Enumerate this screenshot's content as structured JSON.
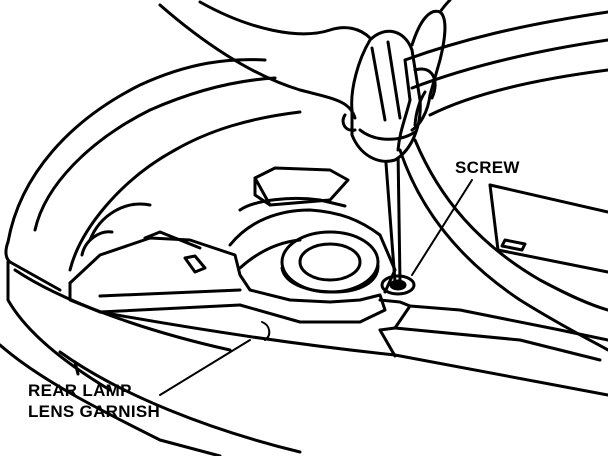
{
  "labels": {
    "screw": "SCREW",
    "garnish_line1": "REAR LAMP",
    "garnish_line2": "LENS GARNISH"
  },
  "colors": {
    "ink": "#000000",
    "paper": "#ffffff"
  },
  "icons": [
    "screwdriver-icon",
    "hand-icon"
  ]
}
